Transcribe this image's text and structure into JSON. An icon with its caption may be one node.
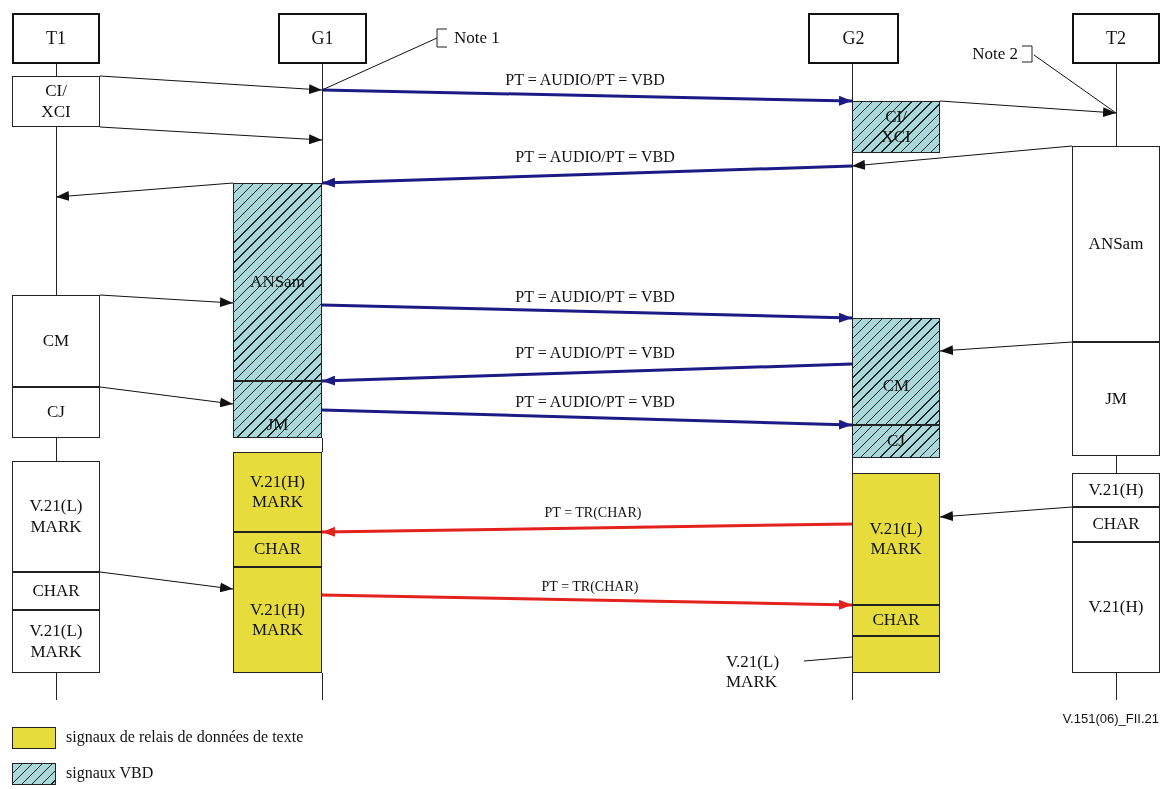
{
  "diagram": {
    "nodes": [
      {
        "text": [
          "T1"
        ]
      },
      {
        "text": [
          "G1"
        ]
      },
      {
        "text": [
          "G2"
        ]
      },
      {
        "text": [
          "T2"
        ]
      },
      {
        "text": [
          "Note 1"
        ]
      },
      {
        "text": [
          "Note 2"
        ]
      },
      {
        "text": [
          "CI/ XCI"
        ]
      },
      {
        "text": [
          "CI/ XCI"
        ]
      },
      {
        "text": [
          "ANSam"
        ]
      },
      {
        "text": [
          "ANSam"
        ]
      },
      {
        "text": [
          "CM"
        ]
      },
      {
        "text": [
          "CM"
        ]
      },
      {
        "text": [
          "JM"
        ]
      },
      {
        "text": [
          "CJ"
        ]
      },
      {
        "text": [
          "JM"
        ]
      },
      {
        "text": [
          "CJ"
        ]
      },
      {
        "text": [
          "V.21(H) MARK"
        ]
      },
      {
        "text": [
          "V.21(L) MARK"
        ]
      },
      {
        "text": [
          "V.21(L) MARK"
        ]
      },
      {
        "text": [
          "V.21(H)"
        ]
      },
      {
        "text": [
          "CHAR"
        ]
      },
      {
        "text": [
          "CHAR"
        ]
      },
      {
        "text": [
          "V.21(H)"
        ]
      },
      {
        "text": [
          "V.21(H) MARK"
        ]
      },
      {
        "text": [
          "CHAR"
        ]
      },
      {
        "text": [
          "CHAR"
        ]
      },
      {
        "text": [
          "V.21(L) MARK"
        ]
      },
      {
        "text": [],
        "shape": "box"
      },
      {
        "text": [
          "V.21(L) MARK"
        ]
      },
      {
        "text": [],
        "shape": "line"
      },
      {
        "text": [],
        "shape": "line"
      },
      {
        "text": [],
        "shape": "line"
      },
      {
        "text": [],
        "shape": "line"
      },
      {
        "text": [],
        "shape": "line"
      },
      {
        "text": [],
        "shape": "line"
      },
      {
        "text": [],
        "shape": "line"
      },
      {
        "text": [],
        "shape": "line"
      },
      {
        "text": [],
        "shape": "line"
      },
      {
        "text": [],
        "shape": "line"
      },
      {
        "text": [],
        "shape": "line"
      },
      {
        "text": [],
        "shape": "line"
      },
      {
        "text": [],
        "shape": "line"
      },
      {
        "text": [],
        "shape": "line"
      }
    ],
    "edges": [
      {
        "from": 6,
        "to": 30,
        "arrow": "to"
      },
      {
        "from": 6,
        "to": 30,
        "arrow": "to"
      },
      {
        "from": 30,
        "to": 7,
        "arrow": "to",
        "label": "PT = AUDIO/PT = VBD",
        "style": "thick",
        "color": "#1c1a84"
      },
      {
        "from": 7,
        "to": 32,
        "arrow": "to"
      },
      {
        "from": 8,
        "to": 31,
        "arrow": "to"
      },
      {
        "from": 31,
        "to": 9,
        "arrow": "to",
        "label": "PT = AUDIO/PT = VBD",
        "style": "thick",
        "color": "#1c1a84"
      },
      {
        "from": 9,
        "to": 29,
        "arrow": "to"
      },
      {
        "from": 10,
        "to": 9,
        "arrow": "to"
      },
      {
        "from": 9,
        "to": 11,
        "arrow": "to",
        "label": "PT = AUDIO/PT = VBD",
        "style": "thick",
        "color": "#1c1a84"
      },
      {
        "from": 12,
        "to": 11,
        "arrow": "to"
      },
      {
        "from": 11,
        "to": 14,
        "arrow": "to",
        "label": "PT = AUDIO/PT = VBD",
        "style": "thick",
        "color": "#1c1a84"
      },
      {
        "from": 13,
        "to": 14,
        "arrow": "to"
      },
      {
        "from": 14,
        "to": 15,
        "arrow": "to",
        "label": "PT = AUDIO/PT = VBD",
        "style": "thick",
        "color": "#1c1a84"
      },
      {
        "from": 20,
        "to": 18,
        "arrow": "to"
      },
      {
        "from": 18,
        "to": 21,
        "arrow": "to",
        "label": "PT = TR(CHAR)",
        "style": "thick",
        "color": "#e3211d"
      },
      {
        "from": 24,
        "to": 23,
        "arrow": "to"
      },
      {
        "from": 23,
        "to": 25,
        "arrow": "to",
        "label": "PT = TR(CHAR)",
        "style": "thick",
        "color": "#e3211d"
      },
      {
        "from": 4,
        "to": 30,
        "arrow": "none"
      },
      {
        "from": 5,
        "to": 32,
        "arrow": "none"
      },
      {
        "from": 28,
        "to": 27,
        "arrow": "none"
      }
    ],
    "labels": [
      "V.151(06)_FII.21"
    ],
    "legend": [
      {
        "text": "signaux de relais de données de texte",
        "color": "#e6dc3c"
      },
      {
        "text": "signaux VBD"
      }
    ]
  }
}
